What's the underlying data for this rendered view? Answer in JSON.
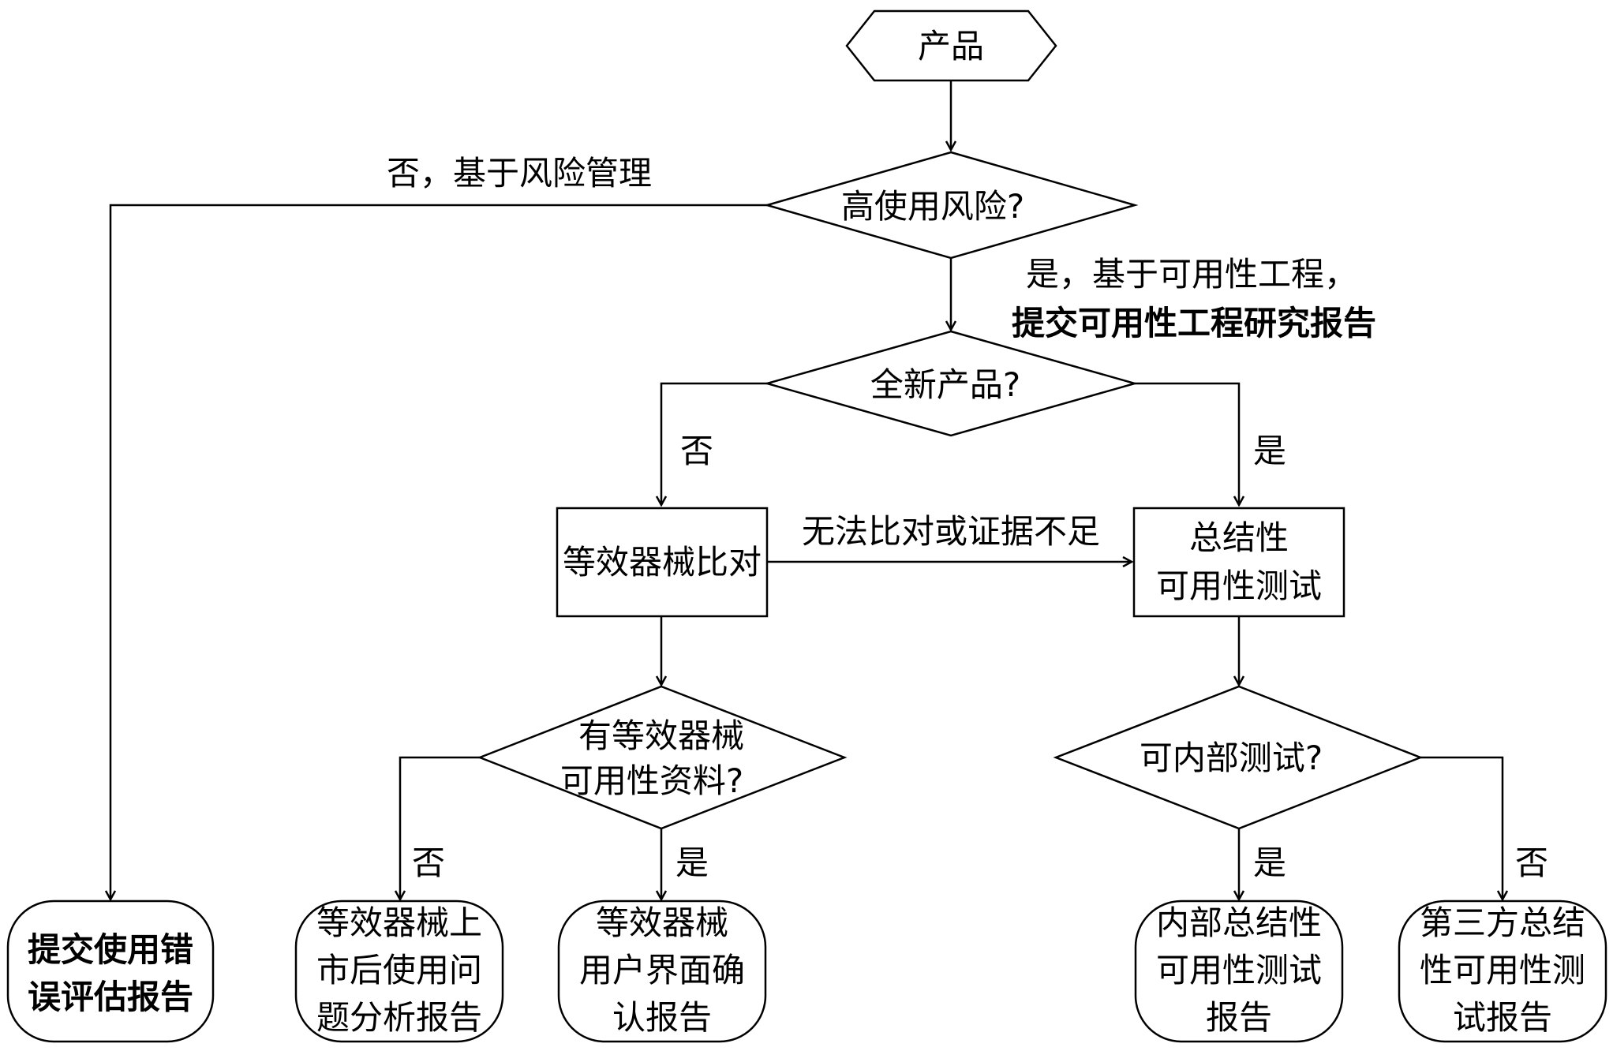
{
  "nodes": {
    "product": "产品",
    "high_risk": "高使用风险?",
    "new_product": "全新产品?",
    "equiv_compare": "等效器械比对",
    "summative_test": [
      "总结性",
      "可用性测试"
    ],
    "equiv_has_data": [
      "有等效器械",
      "可用性资料?"
    ],
    "internal_test_q": "可内部测试?",
    "error_eval_report": [
      "提交使用错",
      "误评估报告"
    ],
    "post_market_report": [
      "等效器械上",
      "市后使用问",
      "题分析报告"
    ],
    "ui_confirm_report": [
      "等效器械",
      "用户界面确",
      "认报告"
    ],
    "internal_report": [
      "内部总结性",
      "可用性测试",
      "报告"
    ],
    "third_party_report": [
      "第三方总结",
      "性可用性测",
      "试报告"
    ]
  },
  "edge_labels": {
    "no_risk_mgmt": "否，基于风险管理",
    "yes_usability_1": "是，基于可用性工程，",
    "yes_usability_2": "提交可用性工程研究报告",
    "new_no": "否",
    "new_yes": "是",
    "cannot_compare": "无法比对或证据不足",
    "data_no": "否",
    "data_yes": "是",
    "internal_yes": "是",
    "internal_no": "否"
  }
}
